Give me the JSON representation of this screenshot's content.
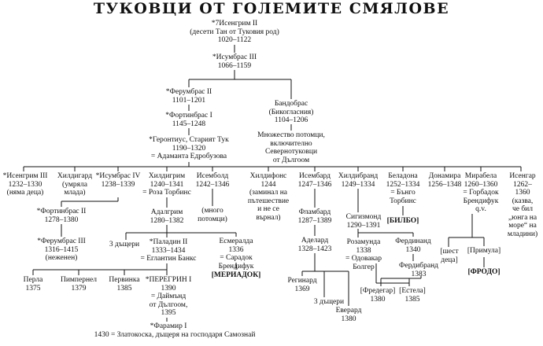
{
  "title": "ТУКОВЦИ ОТ ГОЛЕМИТЕ СМЯЛОВЕ",
  "nodes": {
    "isengrim2": [
      "*7Исенгрим II",
      "(десети Тан от Туковия род)",
      "1020–1122"
    ],
    "isumbras3": [
      "*Исумбрас III",
      "1066–1159"
    ],
    "ferumbras2": [
      "*Ферумбрас II",
      "1101–1201"
    ],
    "fortinbras1": [
      "*Фортинбрас I",
      "1145–1248"
    ],
    "gerontius": [
      "*Геронтиус, Старият Тук",
      "1190–1320",
      "= Адаманта Едробузова"
    ],
    "bandobras": [
      "Бандобрас",
      "(Бикогласния)",
      "1104–1206"
    ],
    "bandobras_desc": [
      "Множество потомци,",
      "включително",
      "Севернотуковци",
      "от Дългоом"
    ],
    "isengrim3": [
      "*Исенгрим III",
      "1232–1330",
      "(няма деца)"
    ],
    "hildigard": [
      "Хилдигард",
      "(умряла",
      "млада)"
    ],
    "isumbras4": [
      "*Исумбрас IV",
      "1238–1339"
    ],
    "hildigrim": [
      "Хилдигрим",
      "1240–1341",
      "= Роза Торбинс"
    ],
    "isembold": [
      "Исемболд",
      "1242–1346"
    ],
    "isembold_desc": [
      "(много",
      "потомци)"
    ],
    "hildifons": [
      "Хилдифонс",
      "1244",
      "(заминал на",
      "пътешествие",
      "и не се",
      "върнал)"
    ],
    "isembard": [
      "Исембард",
      "1247–1346"
    ],
    "hildibrand": [
      "Хилдибранд",
      "1249–1334"
    ],
    "beladonna": [
      "Беладона",
      "1252–1334",
      "= Бънго",
      "Торбинс"
    ],
    "donnamira": [
      "Донамира",
      "1256–1348"
    ],
    "mirabella": [
      "Мирабела",
      "1260–1360",
      "= Горбадок",
      "Брендифук",
      "q.v."
    ],
    "isengar": [
      "Исенгар",
      "1262–",
      "1360",
      "(казва,",
      "че бил",
      "„юнга на",
      "море“ на",
      "младини)"
    ],
    "fortinbras2": [
      "*Фортинбрас II",
      "1278–1380"
    ],
    "ferumbras3": [
      "*Ферумбрас III",
      "1316–1415",
      "(неженен)"
    ],
    "adalgrim": [
      "Адалгрим",
      "1280–1382"
    ],
    "three_daughters_a": [
      "3 дъщери"
    ],
    "paladin2": [
      "*Паладин II",
      "1333–1434",
      "= Еглантин Банкс"
    ],
    "esmeralda": [
      "Есмералда",
      "1336",
      "= Сарадок",
      "Брендифук"
    ],
    "meriadoc": [
      "[МЕРИАДОК]"
    ],
    "flambard": [
      "Фламбард",
      "1287–1389"
    ],
    "adelard": [
      "Аделард",
      "1328–1423"
    ],
    "reginard": [
      "Регинард",
      "1369"
    ],
    "three_daughters_b": [
      "3 дъщери"
    ],
    "everard": [
      "Еверард",
      "1380"
    ],
    "sigismond": [
      "Сигизмонд",
      "1290–1391"
    ],
    "bilbo": [
      "[БИЛБО]"
    ],
    "rosamunda": [
      "Розамунда",
      "1338",
      "= Одовакар",
      "Болгер"
    ],
    "ferdinand": [
      "Фердинанд",
      "1340"
    ],
    "ferdibrand": [
      "Фердибранд",
      "1383"
    ],
    "fredegar": [
      "[Фредегар]",
      "1380"
    ],
    "estella": [
      "[Естела]",
      "1385"
    ],
    "six_daughters": [
      "[шест",
      "деца]"
    ],
    "primula": [
      "[Примула]"
    ],
    "frodo": [
      "[ФРОДО]"
    ],
    "perla": [
      "Перла",
      "1375"
    ],
    "pimpernel": [
      "Пимпернел",
      "1379"
    ],
    "pervinka": [
      "Первинка",
      "1385"
    ],
    "peregrin": [
      "*ПЕРЕГРИН I",
      "1390",
      "= Даймънд",
      "от Дългоом,",
      "1395"
    ],
    "faramir": [
      "*Фарамир I"
    ],
    "faramir_line": [
      "1430 = Златокоска, дъщеря на господаря Самознай"
    ]
  }
}
